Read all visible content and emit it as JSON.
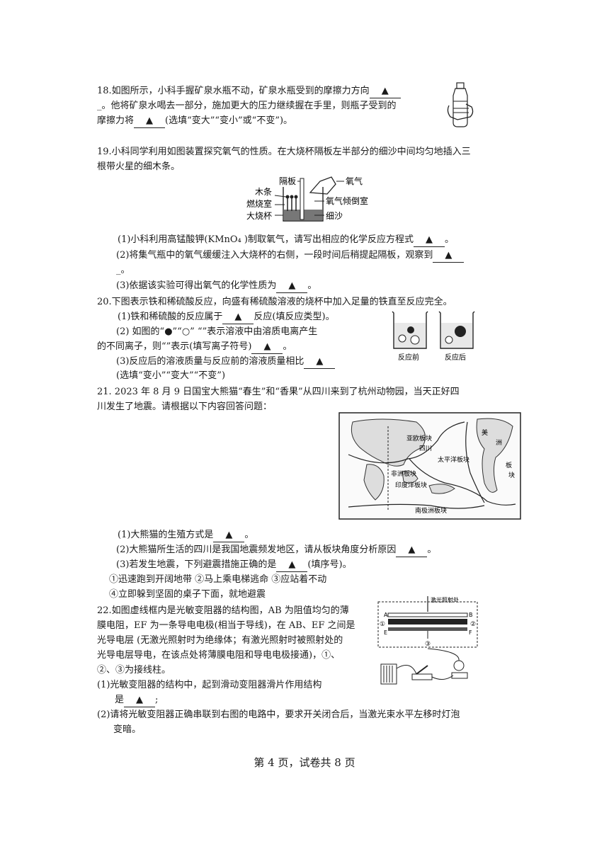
{
  "q18": {
    "line1_pre": "18.如图所示，小科手握矿泉水瓶不动，矿泉水瓶受到的摩擦力方向",
    "blank1": "▲",
    "line2_pre": "_。他将矿泉水喝去一部分，施加更大的压力继续握在手里，则瓶子受到的",
    "line3_pre": "摩擦力将",
    "blank2": "▲",
    "line3_post": "(选填“变大”“变小”或“不变”)。"
  },
  "q19": {
    "line1": "19.小科同学利用如图装置探究氧气的性质。在大烧杯隔板左半部分的细沙中间均匀地插入三",
    "line2": "根带火星的细木条。",
    "fig_labels": {
      "partition": "隔板",
      "oxygen": "氧气",
      "stick": "木条",
      "burn_room": "燃烧室",
      "pour_room": "氧气倾倒室",
      "beaker": "大烧杯",
      "sand": "细沙"
    },
    "p1_pre": "(1)小科利用高锰酸钾(KMnO₄ )制取氧气，请写出相应的化学反应方程式",
    "p1_blank": "▲",
    "p1_post": "。",
    "p2_pre": "(2)将集气瓶中的氧气缓缓注入大烧杯的右侧，一段时间后稍提起隔板，观察到",
    "p2_blank": "▲",
    "p2_cont": "_。",
    "p3_pre": "(3)依据该实验可得出氧气的化学性质为",
    "p3_blank": "▲",
    "p3_post": "。"
  },
  "q20": {
    "line1": "20.下图表示铁和稀硫酸反应，向盛有稀硫酸溶液的烧杯中加入足量的铁直至反应完全。",
    "p1_pre": "(1)铁和稀硫酸的反应属于",
    "p1_blank": "▲",
    "p1_post": "反应(填反应类型)。",
    "p2_line1": "(2)  如图的“●”“○” “”表示溶液中由溶质电离产生",
    "p2_line2_pre": "的不同离子，则“”表示(填写离子符号)",
    "p2_blank": "▲",
    "p2_post": "。",
    "p3_pre": "(3)反应后的溶液质量与反应前的溶液质量相比",
    "p3_blank": "▲",
    "p3_line2": "(选填“变小”“变大”“不变”)",
    "label_before": "反应前",
    "label_after": "反应后"
  },
  "q21": {
    "line1": "21.  2023 年 8 月 9 日国宝大熊猫“春生”和“香果”从四川来到了杭州动物园，当天正好四",
    "line2": "川发生了地震。请根据以下内容回答问题：",
    "map_labels": {
      "eurasian": "亚欧板块",
      "sichuan": "四川",
      "pacific": "太平洋板块",
      "african": "非洲板块",
      "indian": "印度洋板块",
      "antarctic": "南极洲板块",
      "american_1": "美",
      "american_2": "洲",
      "american_3": "板",
      "american_4": "块"
    },
    "p1_pre": "(1)大熊猫的生殖方式是",
    "p1_blank": "▲",
    "p1_post": "。",
    "p2_pre": "(2)大熊猫所生活的四川是我国地震频发地区，请从板块角度分析原因",
    "p2_blank": "▲",
    "p2_post": "。",
    "p3_pre": "(3)若发生地震，下列避震措施正确的是",
    "p3_blank": "▲",
    "p3_post": "(填序号)。",
    "opt_line1": "①迅速跑到开阔地带    ②马上乘电梯逃命    ③应站着不动",
    "opt_line2": "④立即躲到坚固的桌子下面，就地避震"
  },
  "q22": {
    "line1": "22.如图虚线框内是光敏变阻器的结构图，AB 为阻值均匀的薄",
    "line2": "膜电阻，EF 为一条导电电极(相当于导线)，在 AB、EF 之间是",
    "line3": "光导电层 (无激光照射时为绝缘体；有激光照射时被照射处的",
    "line4": "光导电层导电，在该点处将薄膜电阻和导电电极接通)，①、",
    "line5": "②、③为接线柱。",
    "p1_line1": "(1)光敏变阻器的结构中，起到滑动变阻器滑片作用结构",
    "p1_line2_pre": "是",
    "p1_blank": "▲",
    "p1_post": ";",
    "p2_line1": "(2)请将光敏变阻器正确串联到右图的电路中，要求开关闭合后，当激光束水平左移时灯泡",
    "p2_line2": "变暗。",
    "fig_labels": {
      "laser": "激光照射处",
      "A": "A",
      "B": "B",
      "E": "E",
      "F": "F",
      "t1": "①",
      "t2": "②",
      "t3": "③"
    }
  },
  "footer": "第 4 页，试卷共 8 页"
}
